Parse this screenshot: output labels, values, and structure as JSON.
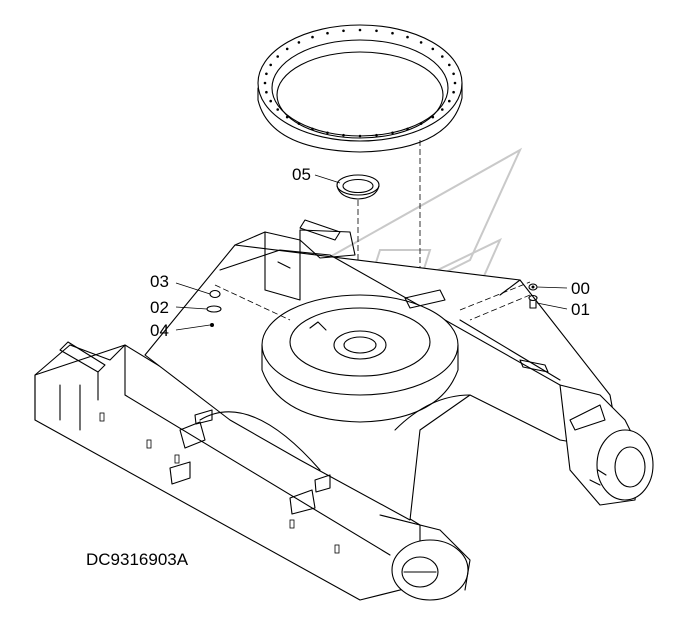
{
  "drawing_code": "DC9316903A",
  "callouts": [
    {
      "id": "callout-05",
      "label": "05"
    },
    {
      "id": "callout-03",
      "label": "03"
    },
    {
      "id": "callout-02",
      "label": "02"
    },
    {
      "id": "callout-04",
      "label": "04"
    },
    {
      "id": "callout-00",
      "label": "00"
    },
    {
      "id": "callout-01",
      "label": "01"
    }
  ]
}
